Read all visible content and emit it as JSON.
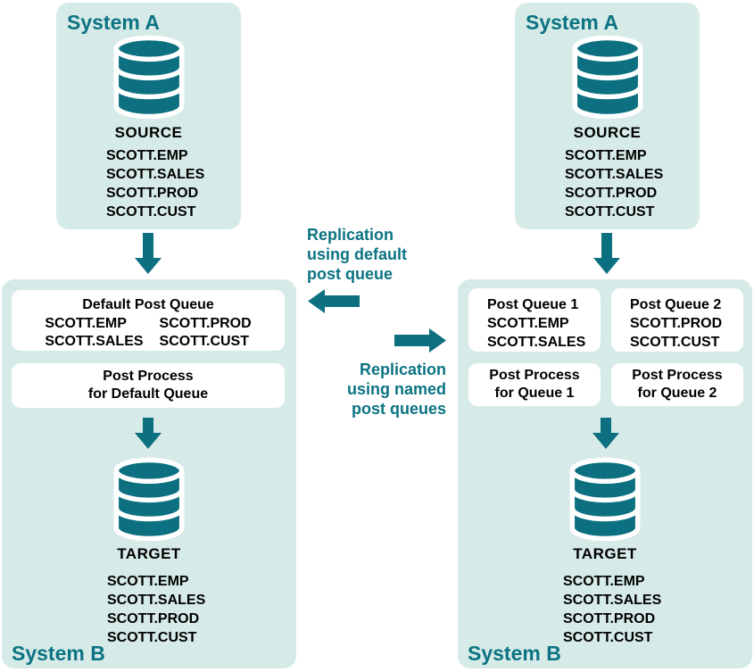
{
  "colors": {
    "accent_teal": "#0c7080",
    "teal_text": "#0c7382",
    "panel_background": "#d6ebe8",
    "box_background": "#ffffff",
    "body_text": "#000000"
  },
  "left": {
    "system_a": {
      "title": "System A",
      "db_label": "SOURCE",
      "tables": [
        "SCOTT.EMP",
        "SCOTT.SALES",
        "SCOTT.PROD",
        "SCOTT.CUST"
      ]
    },
    "system_b": {
      "title": "System B",
      "queue_box": {
        "title": "Default Post Queue",
        "col1": [
          "SCOTT.EMP",
          "SCOTT.SALES"
        ],
        "col2": [
          "SCOTT.PROD",
          "SCOTT.CUST"
        ]
      },
      "process_box": {
        "line1": "Post Process",
        "line2": "for Default Queue"
      },
      "db_label": "TARGET",
      "tables": [
        "SCOTT.EMP",
        "SCOTT.SALES",
        "SCOTT.PROD",
        "SCOTT.CUST"
      ]
    }
  },
  "middle": {
    "default_label": {
      "line1": "Replication",
      "line2": "using default",
      "line3": "post queue"
    },
    "named_label": {
      "line1": "Replication",
      "line2": "using named",
      "line3": "post queues"
    }
  },
  "right": {
    "system_a": {
      "title": "System A",
      "db_label": "SOURCE",
      "tables": [
        "SCOTT.EMP",
        "SCOTT.SALES",
        "SCOTT.PROD",
        "SCOTT.CUST"
      ]
    },
    "system_b": {
      "title": "System B",
      "queue_boxes": [
        {
          "title": "Post Queue 1",
          "items": [
            "SCOTT.EMP",
            "SCOTT.SALES"
          ]
        },
        {
          "title": "Post Queue 2",
          "items": [
            "SCOTT.PROD",
            "SCOTT.CUST"
          ]
        }
      ],
      "process_boxes": [
        {
          "line1": "Post Process",
          "line2": "for Queue 1"
        },
        {
          "line1": "Post Process",
          "line2": "for Queue 2"
        }
      ],
      "db_label": "TARGET",
      "tables": [
        "SCOTT.EMP",
        "SCOTT.SALES",
        "SCOTT.PROD",
        "SCOTT.CUST"
      ]
    }
  }
}
